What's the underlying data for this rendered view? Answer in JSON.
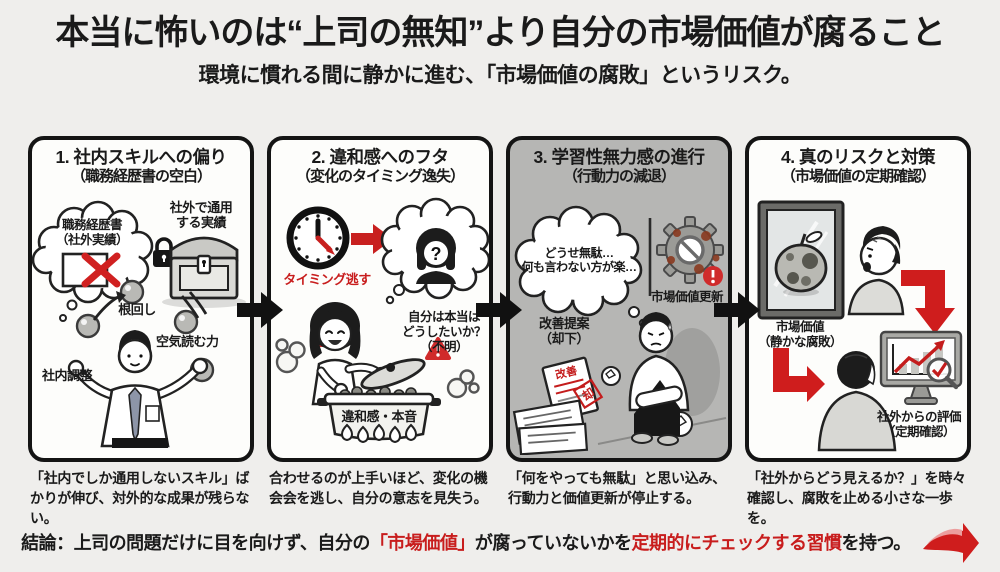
{
  "header": {
    "title": "本当に怖いのは“上司の無知”より自分の市場価値が腐ること",
    "subtitle": "環境に慣れる間に静かに進む、「市場価値の腐敗」というリスク。"
  },
  "panels": [
    {
      "title": "1. 社内スキルへの偏り",
      "subtitle": "（職務経歴書の空白）",
      "labels": {
        "resume_1": "職務経歴書",
        "resume_2": "（社外実績）",
        "chest_1": "社外で通用",
        "chest_2": "する実績",
        "nemawashi": "根回し",
        "air": "空気読む力",
        "coord": "社内調整"
      },
      "caption": "「社内でしか通用しないスキル」ばかりが伸び、対外的な成果が残らない。"
    },
    {
      "title": "2. 違和感へのフタ",
      "subtitle": "（変化のタイミング逸失）",
      "labels": {
        "timing": "タイミング逃す",
        "q1": "自分は本当は",
        "q2": "どうしたいか？",
        "q3": "（不明）",
        "q_mark": "?",
        "pot": "違和感・本音"
      },
      "caption": "合わせるのが上手いほど、変化の機会会を逃し、自分の意志を見失う。"
    },
    {
      "title": "3. 学習性無力感の進行",
      "subtitle": "（行動力の減退）",
      "labels": {
        "t1": "どうせ無駄…",
        "t2": "何も言わない方が楽…",
        "gear": "市場価値更新",
        "p1": "改善提案",
        "p2": "（却下）",
        "stamp_top": "改善",
        "stamp_side": "却"
      },
      "caption": "「何をやっても無駄」と思い込み、行動力と価値更新が停止する。"
    },
    {
      "title": "4. 真のリスクと対策",
      "subtitle": "（市場価値の定期確認）",
      "labels": {
        "m1": "市場価値",
        "m2": "（静かな腐敗）",
        "e1": "社外からの評価",
        "e2": "（定期確認）"
      },
      "caption": "「社外からどう見えるか？」を時々確認し、腐敗を止める小さな一歩を。"
    }
  ],
  "conclusion": {
    "segments": [
      {
        "text": "結論：上司の問題だけに目を向けず、自分の",
        "color": "#1a1a1a"
      },
      {
        "text": "「市場価値」",
        "color": "#c81d1d"
      },
      {
        "text": "が腐っていないかを",
        "color": "#1a1a1a"
      },
      {
        "text": "定期的にチェックする習慣",
        "color": "#c81d1d"
      },
      {
        "text": "を持つ。",
        "color": "#1a1a1a"
      }
    ]
  },
  "colors": {
    "background": "#efeeec",
    "panel_bg": "#fdfdfb",
    "panel3_bg": "#b6b6b4",
    "ink": "#1a1a1a",
    "accent_red": "#c81d1d",
    "gray_fill": "#b9b9b5"
  }
}
